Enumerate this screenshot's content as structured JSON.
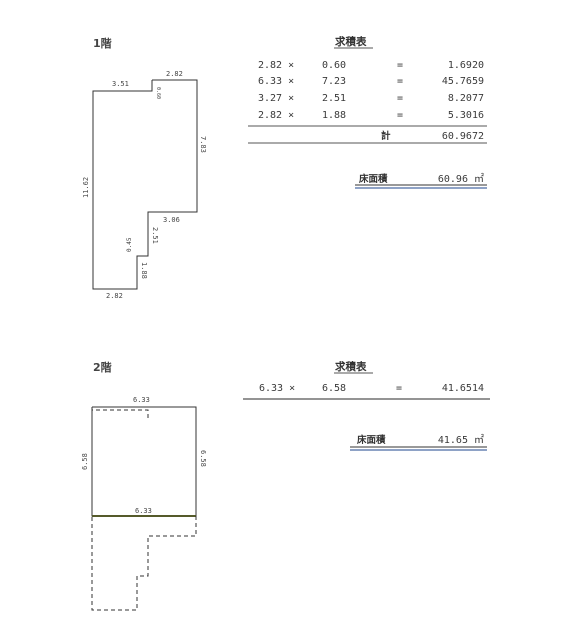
{
  "floor1": {
    "title": "1階",
    "table_heading": "求積表",
    "rows": [
      {
        "a": "2.82 ×",
        "b": "0.60",
        "eq": "=",
        "result": "1.6920"
      },
      {
        "a": "6.33 ×",
        "b": "7.23",
        "eq": "=",
        "result": "45.7659"
      },
      {
        "a": "3.27 ×",
        "b": "2.51",
        "eq": "=",
        "result": "8.2077"
      },
      {
        "a": "2.82 ×",
        "b": "1.88",
        "eq": "=",
        "result": "5.3016"
      }
    ],
    "total_label": "計",
    "total_value": "60.9672",
    "floor_area_label": "床面積",
    "floor_area_value": "60.96 ㎡",
    "dimensions": {
      "top_left": "3.51",
      "top_right": "2.82",
      "notch": "0.60",
      "right": "7.83",
      "left": "11.62",
      "step": "3.06",
      "inner_vertical": "2.51",
      "small_step": "0.45",
      "lower_vertical": "1.88",
      "bottom": "2.82"
    }
  },
  "floor2": {
    "title": "2階",
    "table_heading": "求積表",
    "rows": [
      {
        "a": "6.33 ×",
        "b": "6.58",
        "eq": "=",
        "result": "41.6514"
      }
    ],
    "floor_area_label": "床面積",
    "floor_area_value": "41.65 ㎡",
    "dimensions": {
      "top": "6.33",
      "left": "6.58",
      "right": "6.58",
      "bottom": "6.33"
    }
  }
}
